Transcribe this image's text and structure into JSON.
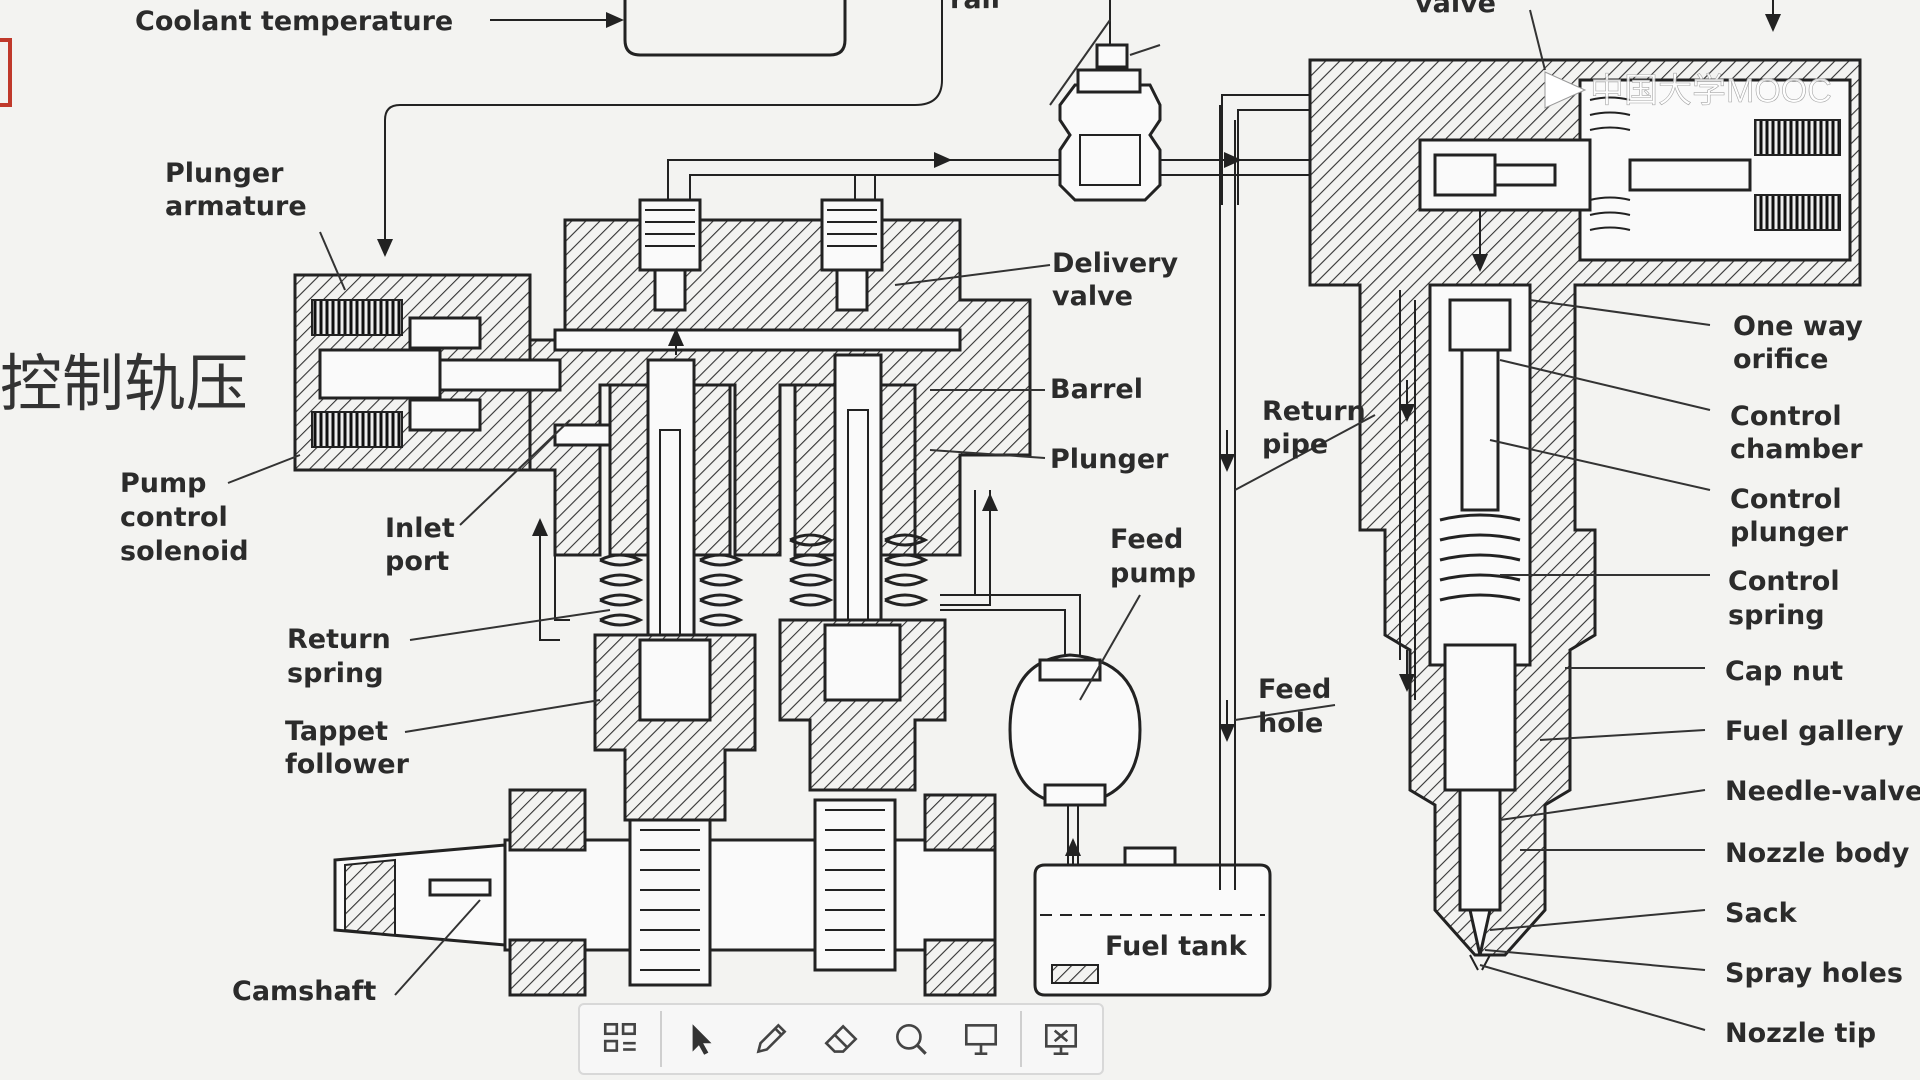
{
  "labels": {
    "coolant_temperature": "Coolant temperature",
    "rail": "rail",
    "valve": "valve",
    "plunger_armature": "Plunger armature",
    "pump_control_solenoid": "Pump control solenoid",
    "inlet_port": "Inlet port",
    "return_spring": "Return spring",
    "tappet_follower": "Tappet follower",
    "camshaft": "Camshaft",
    "delivery_valve": "Delivery valve",
    "barrel": "Barrel",
    "plunger": "Plunger",
    "return_pipe": "Return pipe",
    "feed_pump": "Feed pump",
    "feed_hole": "Feed hole",
    "fuel_tank": "Fuel tank",
    "one_way_orifice": "One way orifice",
    "control_chamber": "Control chamber",
    "control_plunger": "Control plunger",
    "control_spring": "Control spring",
    "cap_nut": "Cap nut",
    "fuel_gallery": "Fuel gallery",
    "needle_valve": "Needle-valve",
    "nozzle_body": "Nozzle body",
    "sack": "Sack",
    "spray_holes": "Spray holes",
    "nozzle_tip": "Nozzle tip"
  },
  "chinese_caption": "控制轨压",
  "watermark": "中国大学MOOC",
  "toolbar": {
    "buttons": [
      {
        "name": "thumbnail-grid",
        "icon": "grid-icon"
      },
      {
        "name": "pointer",
        "icon": "cursor-arrow-icon"
      },
      {
        "name": "pen",
        "icon": "pen-icon"
      },
      {
        "name": "eraser",
        "icon": "eraser-icon"
      },
      {
        "name": "zoom",
        "icon": "magnifier-icon"
      },
      {
        "name": "whiteboard",
        "icon": "whiteboard-icon"
      },
      {
        "name": "exit-presentation",
        "icon": "presentation-exit-icon"
      }
    ]
  },
  "colors": {
    "background": "#f3f3f1",
    "ink": "#222222",
    "toolbar_bg": "#f7f7f7"
  }
}
